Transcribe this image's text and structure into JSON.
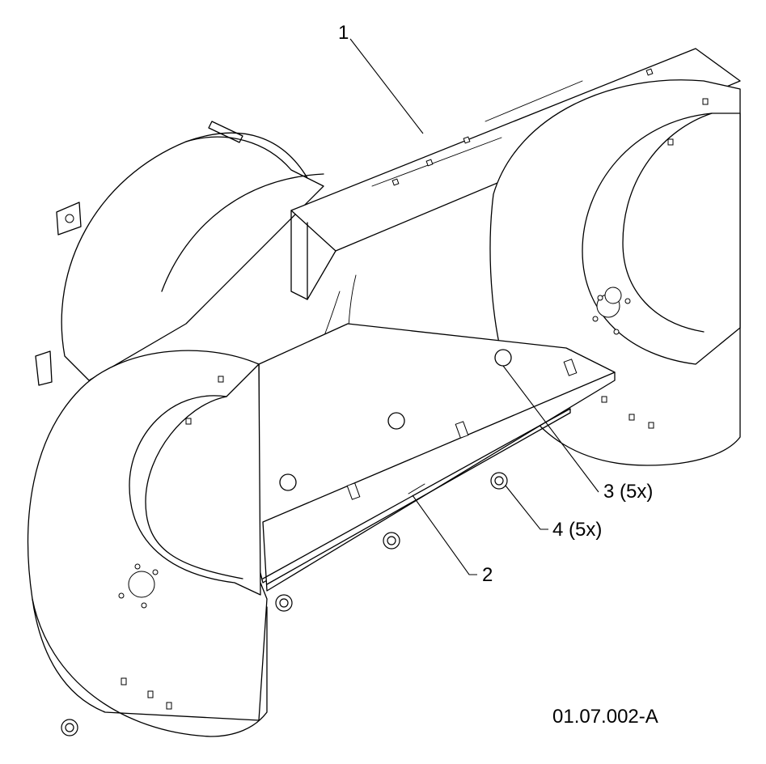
{
  "callouts": {
    "c1": "1",
    "c2": "2",
    "c3": "3 (5x)",
    "c4": "4 (5x)"
  },
  "reference_code": "01.07.002-A"
}
